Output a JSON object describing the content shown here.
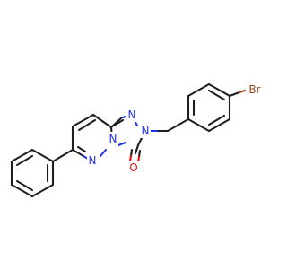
{
  "colors": {
    "background": "#ffffff",
    "bond": "#1f1f1f",
    "nitrogen": "#2233ee",
    "oxygen": "#ee1111",
    "bromine": "#9a4a22"
  },
  "atoms": {
    "bromine": "Br",
    "nitrogen_1": "N",
    "nitrogen_2": "N",
    "nitrogen_3": "N",
    "nitrogen_4": "N",
    "oxygen": "O"
  }
}
